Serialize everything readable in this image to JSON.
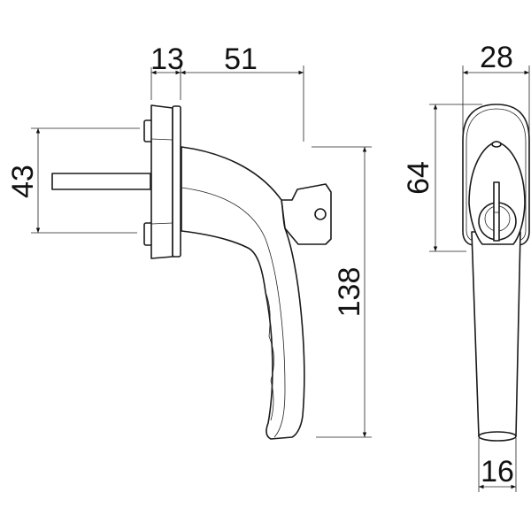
{
  "drawing": {
    "side_view": {
      "dimensions": {
        "base_depth": "13",
        "projection": "51",
        "screw_spacing": "43",
        "length": "138"
      }
    },
    "front_view": {
      "dimensions": {
        "base_width": "28",
        "base_height": "64",
        "grip_width": "16"
      }
    },
    "colors": {
      "line": "#1a1a1a",
      "background": "#ffffff"
    }
  }
}
